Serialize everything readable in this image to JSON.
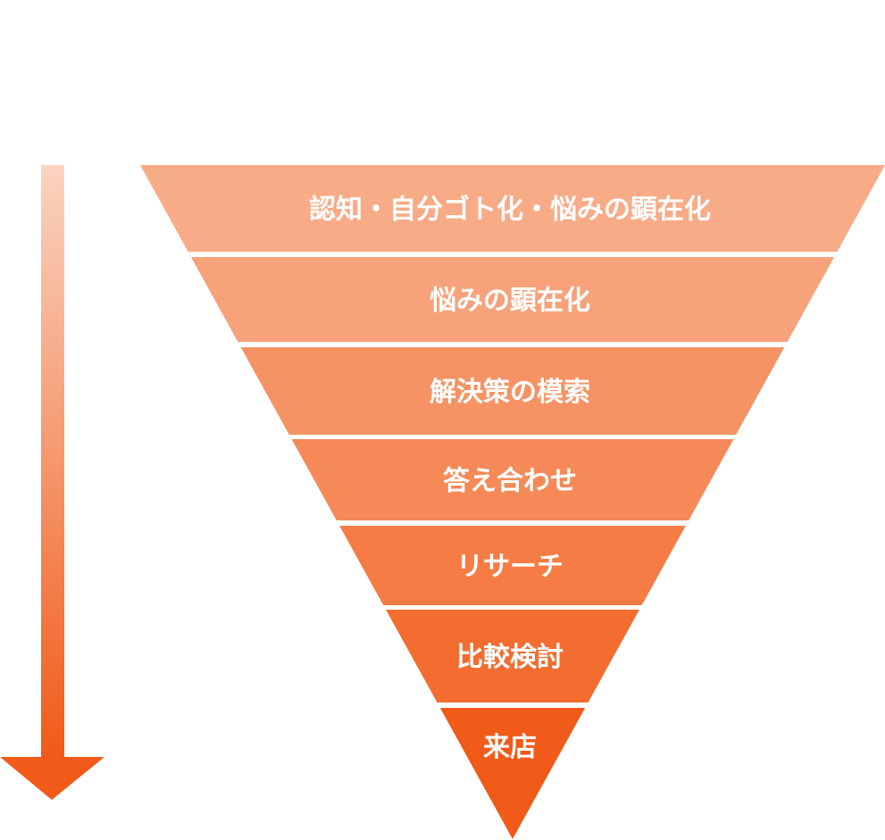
{
  "funnel": {
    "stages": [
      {
        "label": "認知・自分ゴト化・悩みの顕在化",
        "color": "#f8ab87"
      },
      {
        "label": "悩みの顕在化",
        "color": "#f7a27a"
      },
      {
        "label": "解決策の模索",
        "color": "#f59364"
      },
      {
        "label": "答え合わせ",
        "color": "#f58a58"
      },
      {
        "label": "リサーチ",
        "color": "#f57c44"
      },
      {
        "label": "比較検討",
        "color": "#f36d30"
      },
      {
        "label": "来店",
        "color": "#f15a18"
      }
    ]
  },
  "arrow": {
    "icon": "arrow-down-icon",
    "color_start": "#fad3c0",
    "color_end": "#f15a18"
  }
}
